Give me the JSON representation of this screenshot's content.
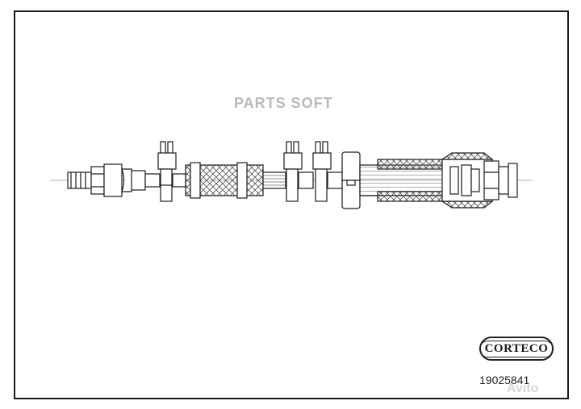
{
  "watermark_text": "PARTS SOFT",
  "brand_logo": "CORTECO",
  "part_number": "19025841",
  "overlay_watermark": "Avito",
  "colors": {
    "line": "#1a1a1a",
    "hatch": "#555555",
    "background": "#ffffff",
    "watermark": "#b9b9b9"
  }
}
